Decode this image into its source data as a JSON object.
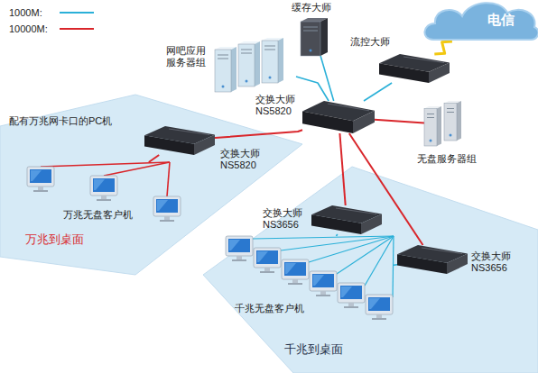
{
  "diagram": {
    "nodes": [
      {
        "text": [
          "电信"
        ]
      },
      {
        "text": [
          "缓存大师"
        ]
      },
      {
        "text": [
          "网吧应用 服务器组"
        ]
      },
      {
        "text": [
          "流控大师"
        ]
      },
      {
        "text": [
          "交换大师 NS5820"
        ]
      },
      {
        "text": [
          "无盘服务器组"
        ]
      },
      {
        "text": [
          "万兆到桌面"
        ]
      },
      {
        "text": [
          "交换大师 NS5820"
        ],
        "in": 6
      },
      {
        "text": [
          "万兆无盘客户机"
        ],
        "in": 6
      },
      {
        "text": [
          "千兆到桌面"
        ]
      },
      {
        "text": [
          "交换大师 NS3656"
        ],
        "in": 9
      },
      {
        "text": [
          "交换大师 NS3656"
        ],
        "in": 9
      },
      {
        "text": [
          "千兆无盘客户机"
        ],
        "in": 9
      }
    ],
    "edges": [
      {
        "from": 3,
        "to": 0,
        "arrow": "none"
      },
      {
        "from": 4,
        "to": 1,
        "arrow": "none"
      },
      {
        "from": 4,
        "to": 2,
        "arrow": "none"
      },
      {
        "from": 4,
        "to": 3,
        "arrow": "none"
      },
      {
        "from": 4,
        "to": 5,
        "arrow": "none"
      },
      {
        "from": 4,
        "to": 7,
        "arrow": "none"
      },
      {
        "from": 4,
        "to": 10,
        "arrow": "none"
      },
      {
        "from": 4,
        "to": 11,
        "arrow": "none"
      },
      {
        "from": 7,
        "to": 8,
        "arrow": "none"
      },
      {
        "from": 10,
        "to": 12,
        "arrow": "none"
      },
      {
        "from": 11,
        "to": 12,
        "arrow": "none"
      }
    ],
    "labels": [
      "配有万兆网卡口的PC机"
    ],
    "legend": [
      {
        "text": "1000M:"
      },
      {
        "text": "10000M:"
      }
    ]
  }
}
